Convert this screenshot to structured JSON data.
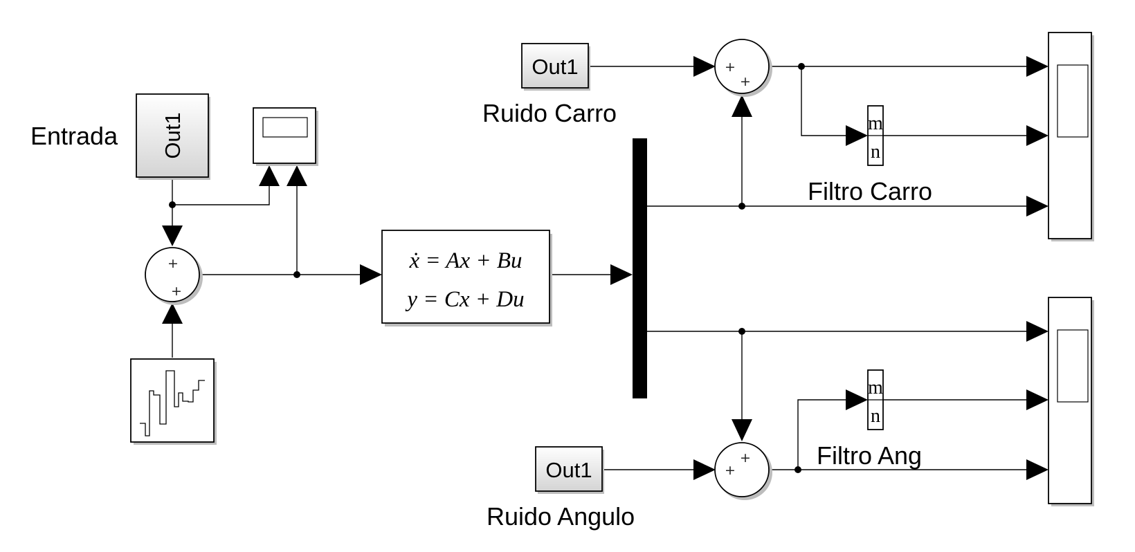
{
  "labels": {
    "entrada": "Entrada",
    "ruido_carro": "Ruido Carro",
    "ruido_angulo": "Ruido Angulo",
    "filtro_carro": "Filtro Carro",
    "filtro_ang": "Filtro Ang"
  },
  "blocks": {
    "out_entrada": "Out1",
    "out_ruido_carro": "Out1",
    "out_ruido_angulo": "Out1",
    "sum_sign": "+",
    "state_space": {
      "line1": "ẋ = Ax + Bu",
      "line2": "y = Cx + Du"
    },
    "filter_numerator": "m",
    "filter_denominator": "n"
  }
}
